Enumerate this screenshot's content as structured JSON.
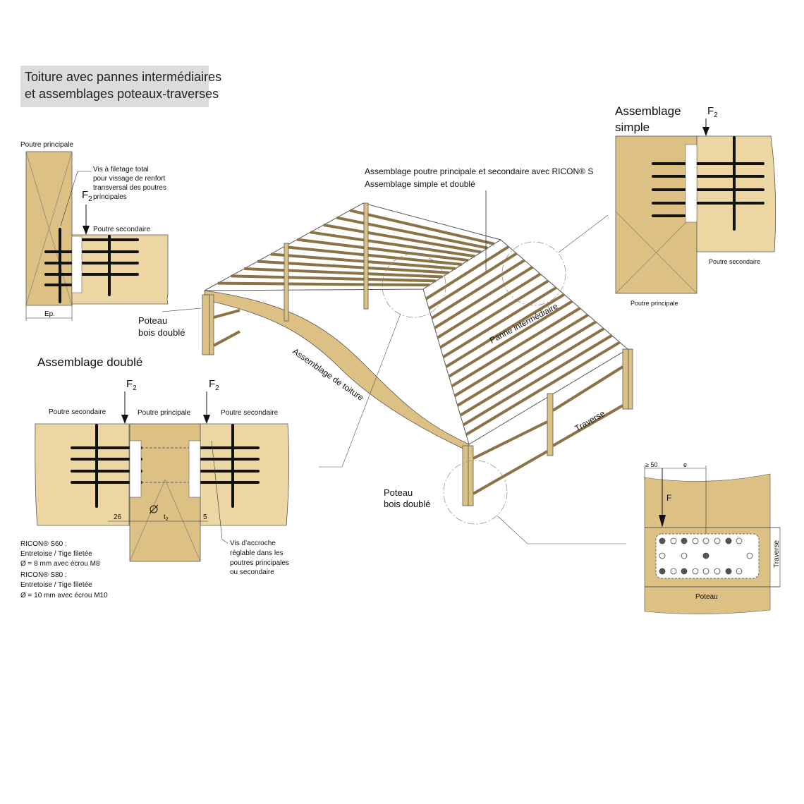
{
  "title": {
    "line1": "Toiture avec pannes intermédiaires",
    "line2": "et assemblages poteaux-traverses"
  },
  "colors": {
    "wood_dark": "#dcc084",
    "wood_light": "#ecd6a3",
    "ink": "#111111",
    "title_bg": "#dcdcdc"
  },
  "detail_left": {
    "main_beam": "Poutre principale",
    "screw_note": [
      "Vis à filetage total",
      "pour vissage de renfort",
      "transversal des poutres",
      "principales"
    ],
    "force": "F",
    "force_sub": "2",
    "secondary_beam": "Poutre secondaire",
    "thickness": "Ep."
  },
  "poteau_label_left": [
    "Poteau",
    "bois doublé"
  ],
  "detail_double": {
    "heading": "Assemblage doublé",
    "force": "F",
    "force_sub": "2",
    "label_left": "Poutre secondaire",
    "label_center": "Poutre principale",
    "label_right": "Poutre secondaire",
    "dim_left": "26",
    "dim_center": "t",
    "dim_center_sub": "2",
    "dim_right": "5",
    "ricon_notes": [
      "RICON® S60 :",
      "Entretoise / Tige filetée",
      "Ø = 8 mm avec écrou M8",
      "RICON® S80 :",
      "Entretoise / Tige filetée",
      "Ø = 10 mm avec écrou M10"
    ],
    "hook_note": [
      "Vis d’accroche",
      "réglable dans les",
      "poutres principales",
      "ou secondaire"
    ]
  },
  "roof": {
    "callout": [
      "Assemblage poutre principale et secondaire avec RICON® S",
      "Assemblage simple et doublé"
    ],
    "purlin_label": "Panne intermédiaire",
    "roof_label": "Assemblage de toiture",
    "crossbeam_label": "Traverse",
    "post_label": [
      "Poteau",
      "bois doublé"
    ]
  },
  "detail_simple": {
    "heading": [
      "Assemblage",
      "simple"
    ],
    "force": "F",
    "force_sub": "2",
    "secondary_beam": "Poutre secondaire",
    "main_beam": "Poutre principale"
  },
  "detail_post": {
    "min_edge": "≥ 50",
    "spacing": "e",
    "force": "F",
    "crossbeam": "Traverse",
    "post": "Poteau"
  }
}
